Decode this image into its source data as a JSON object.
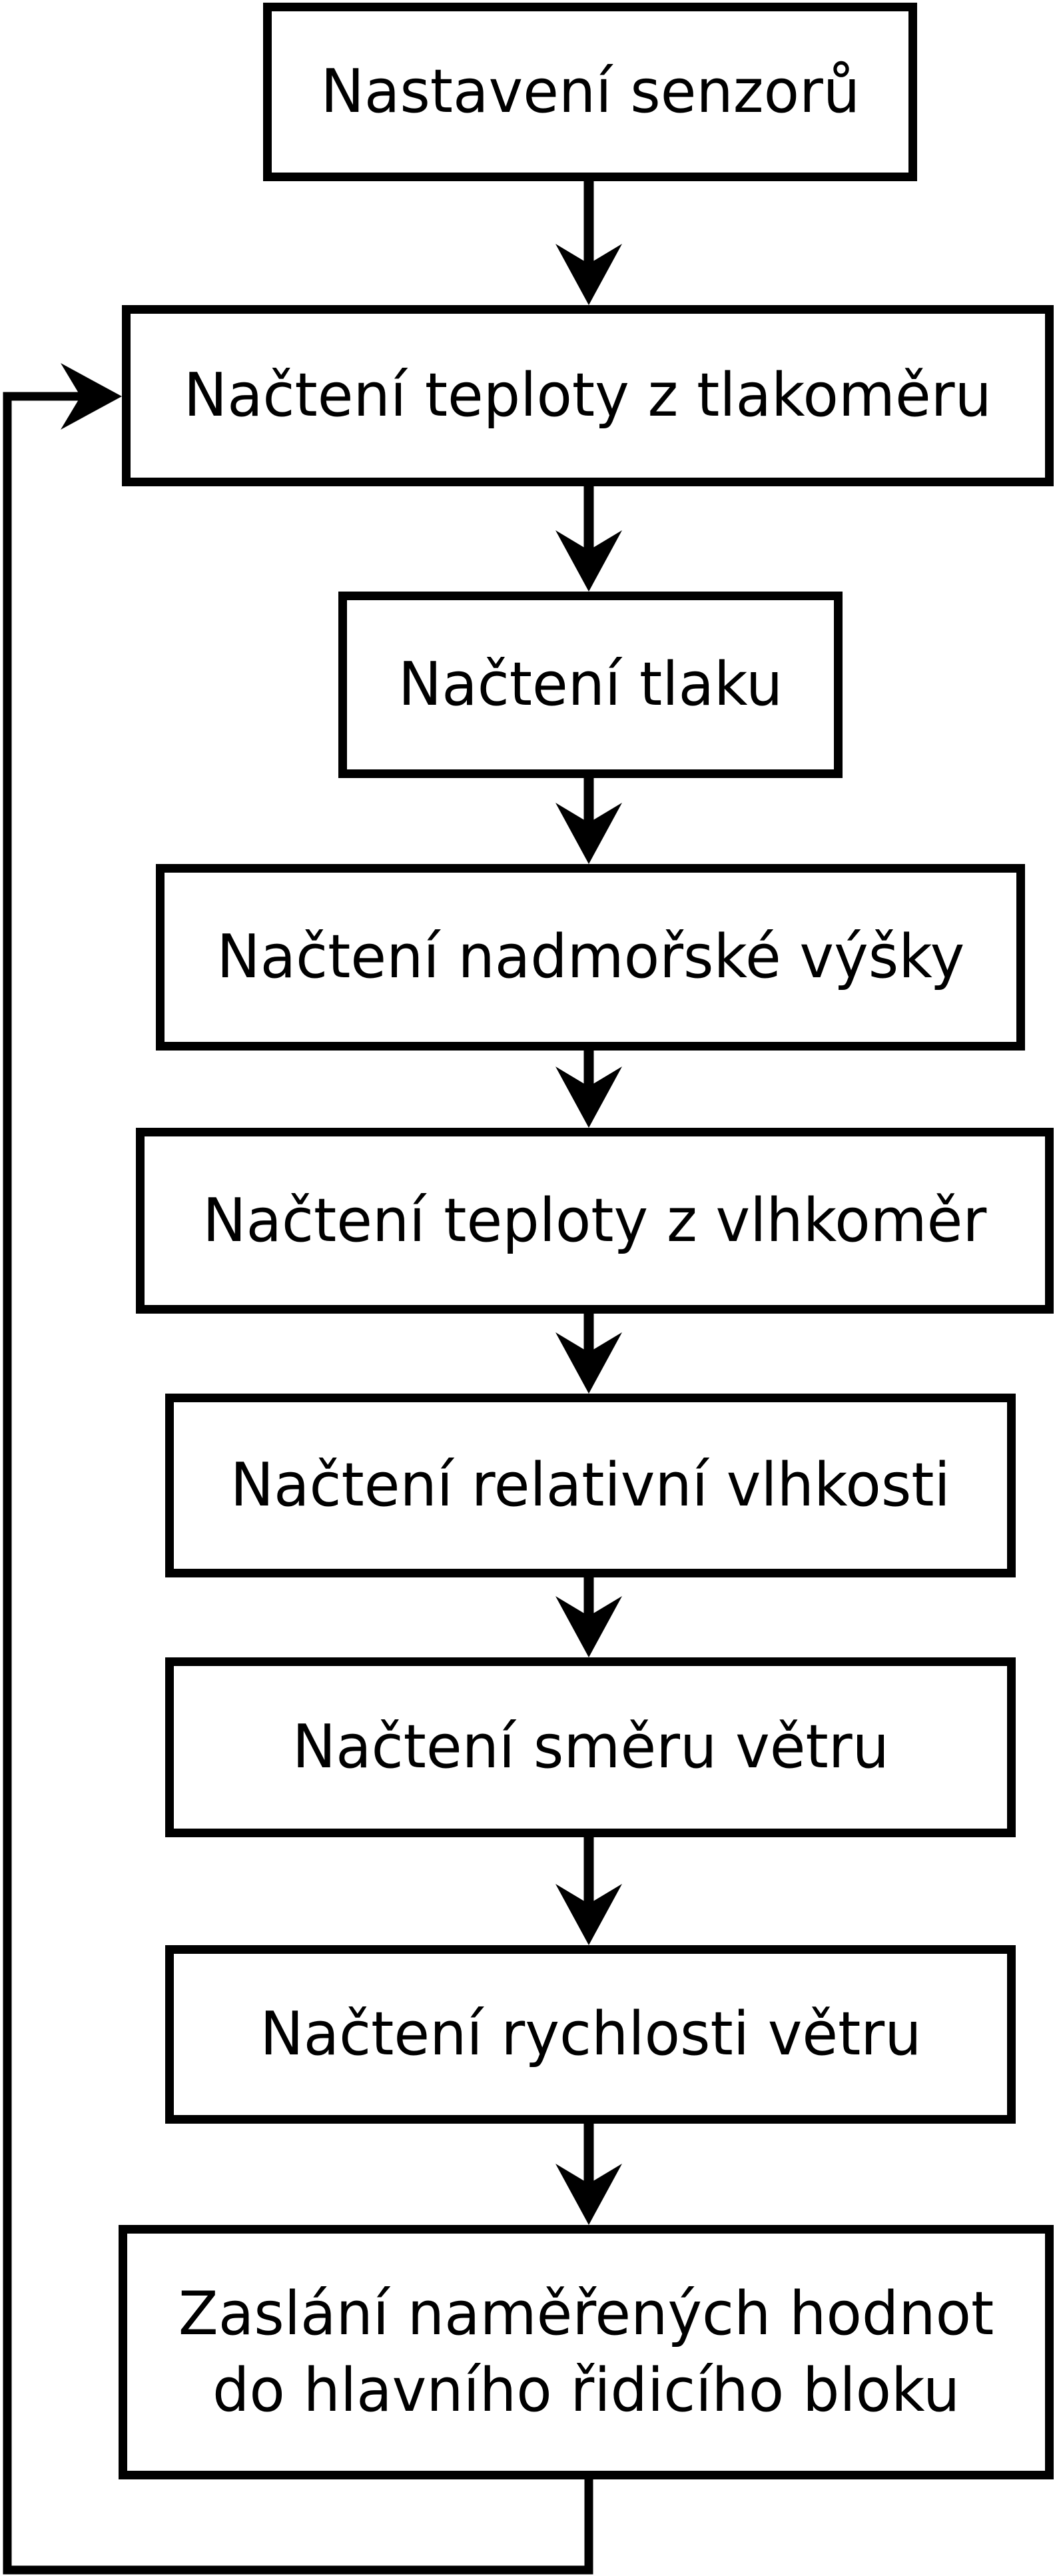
{
  "page": {
    "background_color": "#ffffff",
    "stroke_color": "#000000",
    "text_color": "#000000",
    "node_fill_color": "#ffffff"
  },
  "diagram": {
    "type": "flowchart",
    "nodes": [
      {
        "id": "setup-sensors",
        "label": "Nastavení senzorů"
      },
      {
        "id": "read-temp-from-barometer",
        "label": "Načtení teploty z tlakoměru"
      },
      {
        "id": "read-pressure",
        "label": "Načtení tlaku"
      },
      {
        "id": "read-altitude",
        "label": "Načtení nadmořské výšky"
      },
      {
        "id": "read-temp-from-hygrometer",
        "label": "Načtení teploty z vlhkoměr"
      },
      {
        "id": "read-relative-humidity",
        "label": "Načtení relativní vlhkosti"
      },
      {
        "id": "read-wind-direction",
        "label": "Načtení směru větru"
      },
      {
        "id": "read-wind-speed",
        "label": "Načtení rychlosti větru"
      },
      {
        "id": "send-measured-values",
        "label": "Zaslání naměřených hodnot\ndo hlavního řidicího bloku"
      }
    ],
    "edges": [
      {
        "from": "setup-sensors",
        "to": "read-temp-from-barometer",
        "kind": "arrow-down"
      },
      {
        "from": "read-temp-from-barometer",
        "to": "read-pressure",
        "kind": "arrow-down"
      },
      {
        "from": "read-pressure",
        "to": "read-altitude",
        "kind": "arrow-down"
      },
      {
        "from": "read-altitude",
        "to": "read-temp-from-hygrometer",
        "kind": "arrow-down"
      },
      {
        "from": "read-temp-from-hygrometer",
        "to": "read-relative-humidity",
        "kind": "arrow-down"
      },
      {
        "from": "read-relative-humidity",
        "to": "read-wind-direction",
        "kind": "arrow-down"
      },
      {
        "from": "read-wind-direction",
        "to": "read-wind-speed",
        "kind": "arrow-down"
      },
      {
        "from": "read-wind-speed",
        "to": "send-measured-values",
        "kind": "arrow-down"
      },
      {
        "from": "send-measured-values",
        "to": "read-temp-from-barometer",
        "kind": "loop-back-left"
      }
    ]
  }
}
